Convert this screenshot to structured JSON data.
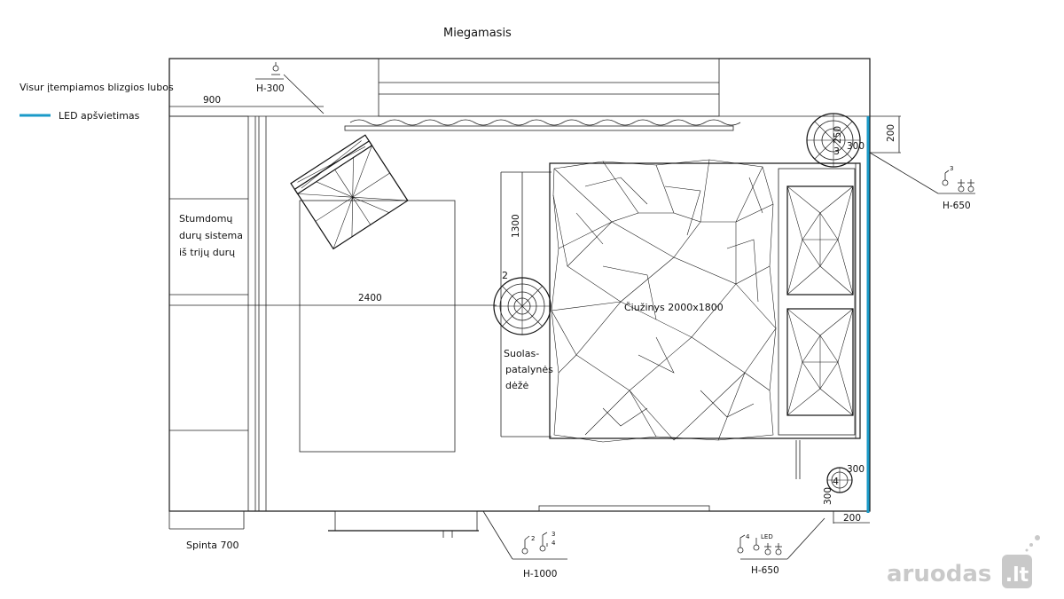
{
  "title": "Miegamasis",
  "legend": {
    "ceiling_note": "Visur įtempiamos blizgios lubos",
    "led_label": "LED apšvietimas",
    "led_color": "#1a9ac8"
  },
  "labels": {
    "wardrobe_doors": [
      "Stumdomų",
      "durų sistema",
      "iš trijų durų"
    ],
    "wardrobe": "Spinta 700",
    "bench": [
      "Suolas-",
      "patalynės",
      "dėžė"
    ],
    "mattress": "Čiužinys 2000x1800",
    "marker_2": "2",
    "marker_3": "3",
    "marker_4": "4"
  },
  "dimensions": {
    "d900": "900",
    "d2400": "2400",
    "d1300": "1300",
    "d250": "250",
    "d300_top": "300",
    "d200_top": "200",
    "d300_bottom_h": "300",
    "d300_bottom_v": "300",
    "d200_bottom": "200"
  },
  "heights": {
    "top_left": "H-300",
    "right": "H-650",
    "bottom_center": "H-1000",
    "bottom_right": "H-650"
  },
  "symbols": {
    "right_num": "3",
    "bottom_center_nums": [
      "2",
      "3",
      "4"
    ],
    "bottom_right_nums": [
      "4",
      "LED"
    ]
  },
  "watermark": {
    "brand": "aruodas",
    "tld": ".lt"
  }
}
